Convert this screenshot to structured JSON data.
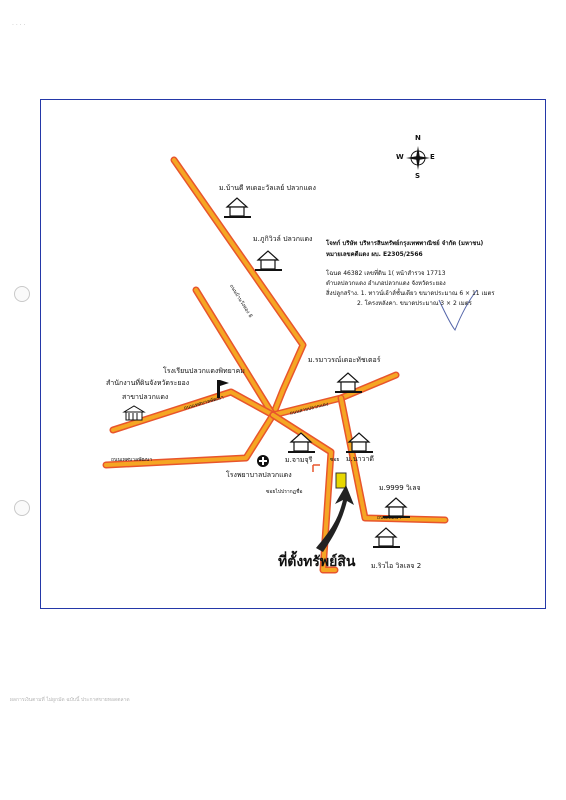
{
  "compass": {
    "n": "N",
    "e": "E",
    "s": "S",
    "w": "W"
  },
  "info_block": {
    "line1": "โจทก์ บริษัท บริหารสินทรัพย์กรุงเทพพาณิชย์ จำกัด (มหาชน)",
    "line2": "หมายเลขคดีแดง ผบ. E2305/2566",
    "line3": "โฉนด 46382 เลขที่ดิน 1( หน้าสำรวจ 17713",
    "line4": "ตำบลปลวกแดง อำเภอปลวกแดง จังหวัดระยอง",
    "line5": "สิ่งปลูกสร้าง. 1. ทาวน์เฮ้าส์ชั้นเดียว ขนาดประมาณ 6 × 11 เมตร",
    "line6": "2. โครงหลังคา. ขนาดประมาณ 3 × 2 เมตร"
  },
  "places": {
    "village_top": "ม.บ้านดี ทเดอะวัลเลย์ ปลวกแดง",
    "village_second": "ม.ภูกิวิวล์ ปลวกแดง",
    "village_mid": "ม.รมาวรณ์เดอะทัชเตอร์",
    "school": "โรงเรียนปลวกแดงพิทยาคม",
    "district_office": "สำนักงานที่ดินจังหวัดระยอง",
    "district_branch": "สาขาปลวกแดง",
    "hospital": "โรงพยาบาลปลวกแดง",
    "village_chan": "ม.จามจุรี",
    "village_nawa": "ม.นาวาดี",
    "village_9999": "ม.9999 วิเลจ",
    "village_riviera": "ม.ริวไอ วิลเลจ 2",
    "soi_label": "ซอยไปปรากฏชื่อ",
    "soi_small": "ซอย"
  },
  "roads": {
    "road_vertical": "ถนนบ้านวังทอง 8",
    "road_school": "ถนนเทศบาลพัฒนา",
    "road_main": "ถนนสายปลวกแดง",
    "road_south_west": "ถนนเทศบาลพัฒนา",
    "road_right": "ถนนพัฒนา"
  },
  "property_label": "ที่ตั้งทรัพย์สิน",
  "footer_text": "ผลการเงินตามที่ ไม่ผูกมัด ฉบับนี้ ประกาศขายทอดตลาด",
  "colors": {
    "frame": "#2438a8",
    "road_outer": "#e8552c",
    "road_inner": "#f5a623",
    "property": "#e8d800",
    "arrow": "#222222"
  }
}
